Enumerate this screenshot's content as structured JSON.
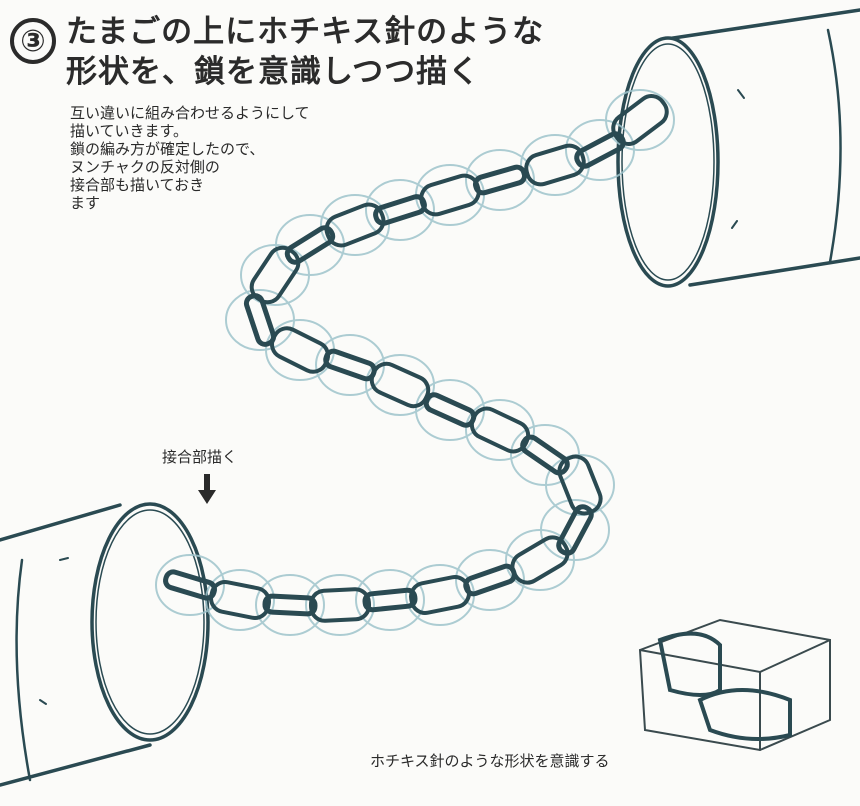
{
  "step": {
    "number": "③"
  },
  "title": {
    "line1": "たまごの上にホチキス針のような",
    "line2": "形状を、鎖を意識しつつ描く"
  },
  "description": {
    "line1": "互い違いに組み合わせるようにして",
    "line2": "描いていきます。",
    "line3": "鎖の編み方が確定したので、",
    "line4": "ヌンチャクの反対側の",
    "line5": "接合部も描いておき",
    "line6": "ます"
  },
  "annotations": {
    "joint_label": "接合部描く",
    "staple_label": "ホチキス針のような形状を意識する"
  },
  "colors": {
    "ink": "#2a4a52",
    "guide": "#9fc4cc",
    "text": "#2a2a2a"
  }
}
